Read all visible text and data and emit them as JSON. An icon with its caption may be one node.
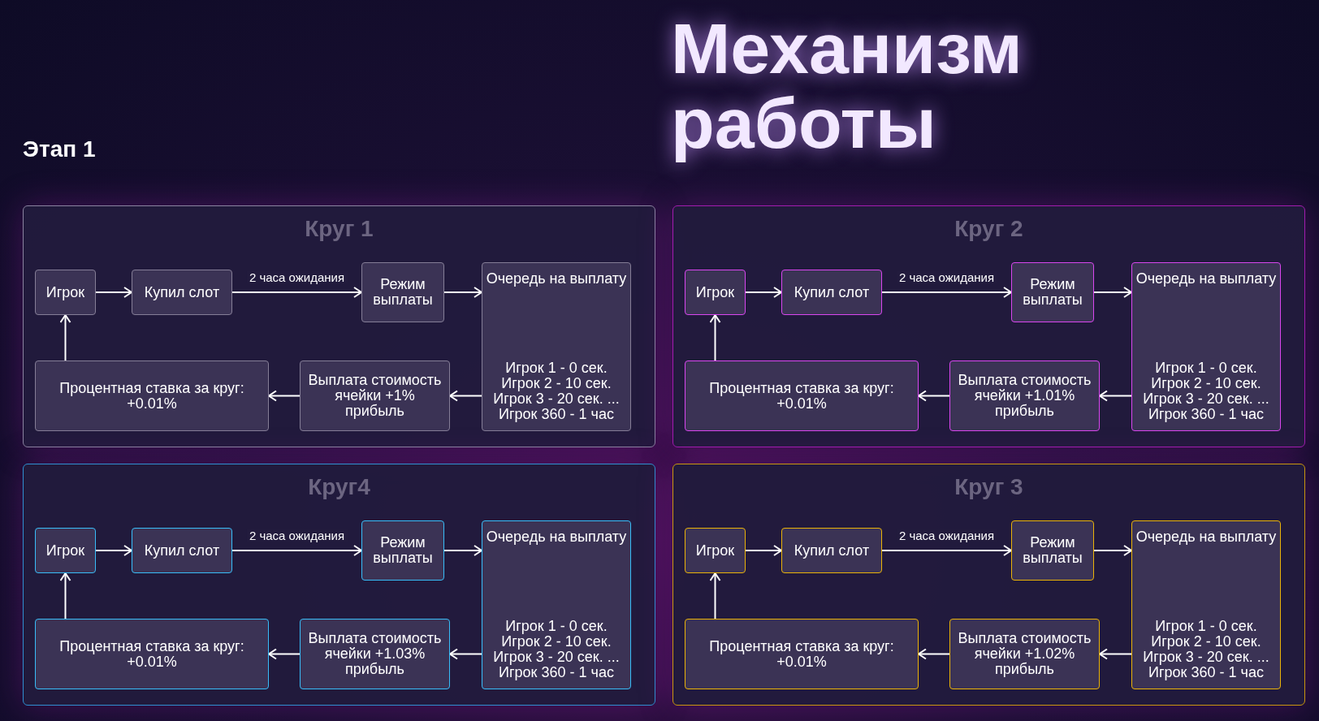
{
  "diagram": {
    "title": "Механизм работы",
    "nodes": [
      {
        "text": [
          "Круг 1"
        ]
      },
      {
        "text": [
          "Игрок"
        ],
        "in": 0
      },
      {
        "text": [
          "Купил слот"
        ],
        "in": 0
      },
      {
        "text": [
          "Режим выплаты"
        ],
        "in": 0
      },
      {
        "text": [
          "Очередь на выплату",
          "Игрок 1 - 0 сек. Игрок 2 - 10 сек. Игрок 3 - 20 сек. ... Игрок 360 - 1 час"
        ],
        "in": 0
      },
      {
        "text": [
          "Выплата стоимость ячейки +1% прибыль"
        ],
        "in": 0
      },
      {
        "text": [
          "Процентная ставка за круг: +0.01%"
        ],
        "in": 0
      },
      {
        "text": [
          "Круг 2"
        ]
      },
      {
        "text": [
          "Игрок"
        ],
        "in": 7
      },
      {
        "text": [
          "Купил слот"
        ],
        "in": 7
      },
      {
        "text": [
          "Режим выплаты"
        ],
        "in": 7
      },
      {
        "text": [
          "Очередь на выплату",
          "Игрок 1 - 0 сек. Игрок 2 - 10 сек. Игрок 3 - 20 сек. ... Игрок 360 - 1 час"
        ],
        "in": 7
      },
      {
        "text": [
          "Выплата стоимость ячейки +1.01% прибыль"
        ],
        "in": 7
      },
      {
        "text": [
          "Процентная ставка за круг: +0.01%"
        ],
        "in": 7
      },
      {
        "text": [
          "Круг4"
        ]
      },
      {
        "text": [
          "Игрок"
        ],
        "in": 14
      },
      {
        "text": [
          "Купил слот"
        ],
        "in": 14
      },
      {
        "text": [
          "Режим выплаты"
        ],
        "in": 14
      },
      {
        "text": [
          "Очередь на выплату",
          "Игрок 1 - 0 сек. Игрок 2 - 10 сек. Игрок 3 - 20 сек. ... Игрок 360 - 1 час"
        ],
        "in": 14
      },
      {
        "text": [
          "Выплата стоимость ячейки +1.03% прибыль"
        ],
        "in": 14
      },
      {
        "text": [
          "Процентная ставка за круг: +0.01%"
        ],
        "in": 14
      },
      {
        "text": [
          "Круг 3"
        ]
      },
      {
        "text": [
          "Игрок"
        ],
        "in": 21
      },
      {
        "text": [
          "Купил слот"
        ],
        "in": 21
      },
      {
        "text": [
          "Режим выплаты"
        ],
        "in": 21
      },
      {
        "text": [
          "Очередь на выплату",
          "Игрок 1 - 0 сек. Игрок 2 - 10 сек. Игрок 3 - 20 сек. ... Игрок 360 - 1 час"
        ],
        "in": 21
      },
      {
        "text": [
          "Выплата стоимость ячейки +1.02% прибыль"
        ],
        "in": 21
      },
      {
        "text": [
          "Процентная ставка за круг: +0.01%"
        ],
        "in": 21
      }
    ],
    "edges": [
      {
        "from": 1,
        "to": 2,
        "arrow": "to"
      },
      {
        "from": 2,
        "to": 3,
        "arrow": "to",
        "label": "2 часа ожидания"
      },
      {
        "from": 3,
        "to": 4,
        "arrow": "to"
      },
      {
        "from": 4,
        "to": 5,
        "arrow": "to"
      },
      {
        "from": 5,
        "to": 6,
        "arrow": "to"
      },
      {
        "from": 6,
        "to": 1,
        "arrow": "to"
      },
      {
        "from": 8,
        "to": 9,
        "arrow": "to"
      },
      {
        "from": 9,
        "to": 10,
        "arrow": "to",
        "label": "2 часа ожидания"
      },
      {
        "from": 10,
        "to": 11,
        "arrow": "to"
      },
      {
        "from": 11,
        "to": 12,
        "arrow": "to"
      },
      {
        "from": 12,
        "to": 13,
        "arrow": "to"
      },
      {
        "from": 13,
        "to": 8,
        "arrow": "to"
      },
      {
        "from": 15,
        "to": 16,
        "arrow": "to"
      },
      {
        "from": 16,
        "to": 17,
        "arrow": "to",
        "label": "2 часа ожидания"
      },
      {
        "from": 17,
        "to": 18,
        "arrow": "to"
      },
      {
        "from": 18,
        "to": 19,
        "arrow": "to"
      },
      {
        "from": 19,
        "to": 20,
        "arrow": "to"
      },
      {
        "from": 20,
        "to": 15,
        "arrow": "to"
      },
      {
        "from": 22,
        "to": 23,
        "arrow": "to"
      },
      {
        "from": 23,
        "to": 24,
        "arrow": "to",
        "label": "2 часа ожидания"
      },
      {
        "from": 24,
        "to": 25,
        "arrow": "to"
      },
      {
        "from": 25,
        "to": 26,
        "arrow": "to"
      },
      {
        "from": 26,
        "to": 27,
        "arrow": "to"
      },
      {
        "from": 27,
        "to": 22,
        "arrow": "to"
      }
    ],
    "labels": [
      "Этап 1"
    ]
  }
}
